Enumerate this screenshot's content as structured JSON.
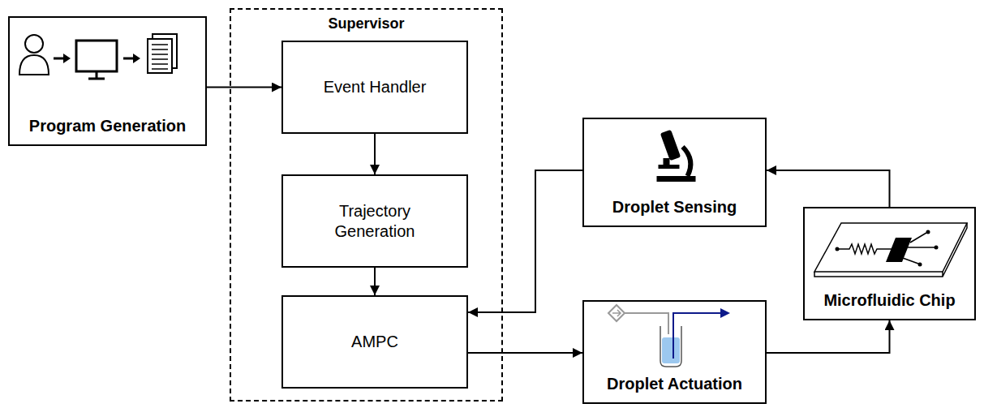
{
  "diagram": {
    "nodes": [
      {
        "text": [
          "Program Generation"
        ]
      },
      {
        "text": [
          "Supervisor"
        ]
      },
      {
        "text": [
          "Event Handler"
        ],
        "in": 1
      },
      {
        "text": [
          "Trajectory Generation"
        ],
        "in": 1
      },
      {
        "text": [
          "AMPC"
        ],
        "in": 1
      },
      {
        "text": [
          "Droplet Sensing"
        ]
      },
      {
        "text": [
          "Microfluidic Chip"
        ]
      },
      {
        "text": [
          "Droplet Actuation"
        ]
      }
    ],
    "edges": [
      {
        "from": 0,
        "to": 2,
        "arrow": "to"
      },
      {
        "from": 2,
        "to": 3,
        "arrow": "to"
      },
      {
        "from": 3,
        "to": 4,
        "arrow": "to"
      },
      {
        "from": 5,
        "to": 4,
        "arrow": "to"
      },
      {
        "from": 4,
        "to": 7,
        "arrow": "to"
      },
      {
        "from": 7,
        "to": 6,
        "arrow": "to"
      },
      {
        "from": 6,
        "to": 5,
        "arrow": "to"
      }
    ]
  }
}
